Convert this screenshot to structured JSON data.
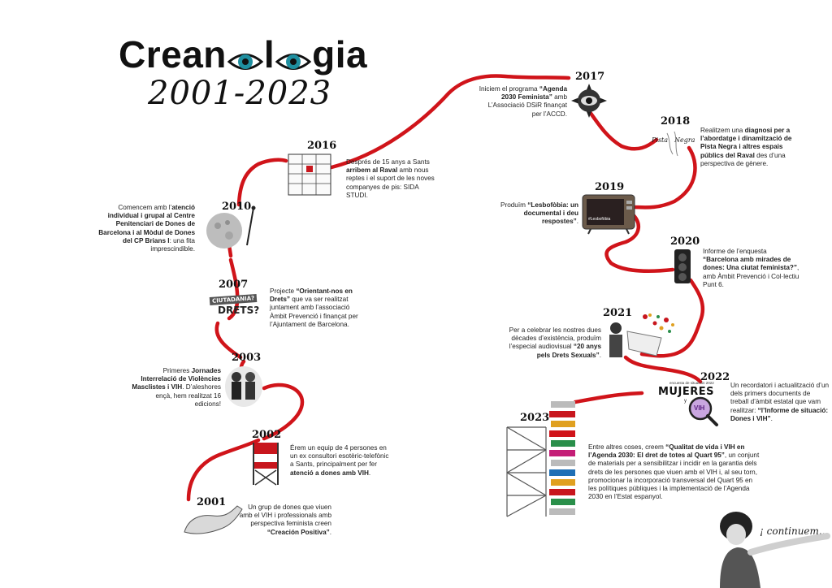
{
  "title": {
    "part1": "Crean",
    "part2": "l",
    "part3": "gia",
    "subtitle": "2001-2023"
  },
  "colors": {
    "path": "#d0141a",
    "eye_iris": "#1f8fa0",
    "ink": "#111111"
  },
  "timeline": [
    {
      "id": "2001",
      "year": "2001",
      "text_a": "Un grup de dones que viuen amb el VIH i professionals amb perspectiva feminista creen ",
      "text_b": "“Creación Positiva”",
      "text_c": "."
    },
    {
      "id": "2002",
      "year": "2002",
      "text_a": "Érem un equip de 4 persones en un ex consultori esotèric-telefònic a Sants, principalment per fer ",
      "text_b": "atenció a dones amb VIH",
      "text_c": "."
    },
    {
      "id": "2003",
      "year": "2003",
      "text_a": "Primeres ",
      "text_b": "Jornades Interrelació de Violències Masclistes i VIH",
      "text_c": ". D’aleshores ençà, hem realitzat 16 edicions!"
    },
    {
      "id": "2007",
      "year": "2007",
      "text_a": "Projecte ",
      "text_b": "“Orientant-nos en Drets”",
      "text_c": " que va ser realitzat juntament amb l’associació Àmbit Prevenció i finançat per l’Ajuntament de Barcelona."
    },
    {
      "id": "2010",
      "year": "2010",
      "text_a": "Comencem amb l’",
      "text_b": "atenció individual i grupal al Centre Penitenciari de Dones de Barcelona i al Mòdul de Dones del CP Brians I",
      "text_c": ": una fita imprescindible."
    },
    {
      "id": "2016",
      "year": "2016",
      "text_a": "Després de 15 anys a Sants ",
      "text_b": "arribem al Raval",
      "text_c": " amb nous reptes i el suport de les noves companyes de pis: SIDA STUDI."
    },
    {
      "id": "2017",
      "year": "2017",
      "text_a": "Iniciem el programa ",
      "text_b": "“Agenda 2030 Feminista”",
      "text_c": " amb L’Associació DSiR finançat per l’ACCD."
    },
    {
      "id": "2018",
      "year": "2018",
      "text_a": "Realitzem una ",
      "text_b": "diagnosi per a l’abordatge i dinamització de Pista Negra i altres espais públics del Raval",
      "text_c": " des d’una perspectiva de gènere."
    },
    {
      "id": "2019",
      "year": "2019",
      "text_a": "Produïm ",
      "text_b": "“Lesbofòbia: un documental i deu respostes”",
      "text_c": "."
    },
    {
      "id": "2020",
      "year": "2020",
      "text_a": "Informe de l’enquesta ",
      "text_b": "“Barcelona amb mirades de dones: Una ciutat feminista?”",
      "text_c": ", amb Àmbit Prevenció i Col·lectiu Punt 6."
    },
    {
      "id": "2021",
      "year": "2021",
      "text_a": "Per a celebrar les nostres dues dècades d’existència, produïm l’especial audiovisual ",
      "text_b": "“20 anys pels Drets Sexuals”",
      "text_c": "."
    },
    {
      "id": "2022",
      "year": "2022",
      "text_a": "Un recordatori i actualització d’un dels primers documents de treball d’àmbit estatal que vam realitzar: ",
      "text_b": "“l’Informe de situació: Dones i VIH”",
      "text_c": "."
    },
    {
      "id": "2023",
      "year": "2023",
      "text_a": "Entre altres coses, creem ",
      "text_b": "“Qualitat de vida i VIH en l’Agenda 2030: El dret de totes al Quart 95”",
      "text_c": ", un conjunt de materials per a sensibilitzar i incidir en la garantia dels drets de les persones que viuen amb el VIH i, al seu torn, promocionar la incorporació transversal del Quart 95 en les polítiques públiques i la implementació de l’Agenda 2030 en l’Estat espanyol."
    }
  ],
  "image_labels": {
    "ciutadania": "CIUTADANIA?",
    "drets": "DRETS?",
    "tv_caption": "#Lesbofòbia",
    "mujeres_small": "encuesta de situación 2022",
    "mujeres": "MUJERES",
    "mujeres_y": "y",
    "vih": "VIH",
    "pista": "Pista",
    "negra": "Negra"
  },
  "closing": "¡ continuem..."
}
